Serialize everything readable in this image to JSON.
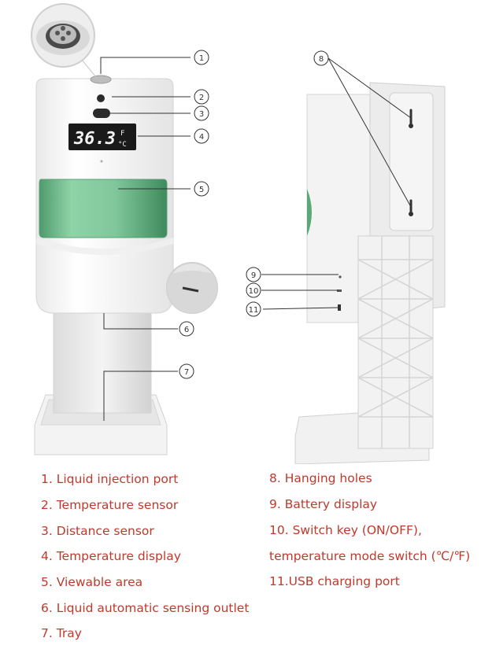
{
  "display": {
    "temperature": "36.3",
    "unit_f": "F",
    "unit_c": "°C"
  },
  "callouts": [
    "1",
    "2",
    "3",
    "4",
    "5",
    "6",
    "7",
    "8",
    "9",
    "10",
    "11"
  ],
  "legend_left": [
    "1. Liquid injection port",
    "2. Temperature sensor",
    "3. Distance sensor",
    "4. Temperature display",
    "5. Viewable area",
    "6. Liquid automatic sensing outlet",
    "7. Tray"
  ],
  "legend_right": [
    "8. Hanging holes",
    "9. Battery display",
    "10. Switch key (ON/OFF),",
    "temperature mode switch (℃/℉)",
    "11.USB charging port"
  ],
  "colors": {
    "legend_text": "#c0392b",
    "window_green": "#7fc79a",
    "lcd_bg": "#1a1a1a",
    "lcd_text": "#f2f2f2"
  }
}
